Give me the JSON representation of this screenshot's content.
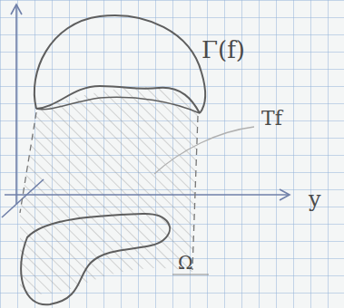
{
  "diagram": {
    "labels": [
      "Γ(f)",
      "Tf",
      "y",
      "Ω"
    ]
  }
}
